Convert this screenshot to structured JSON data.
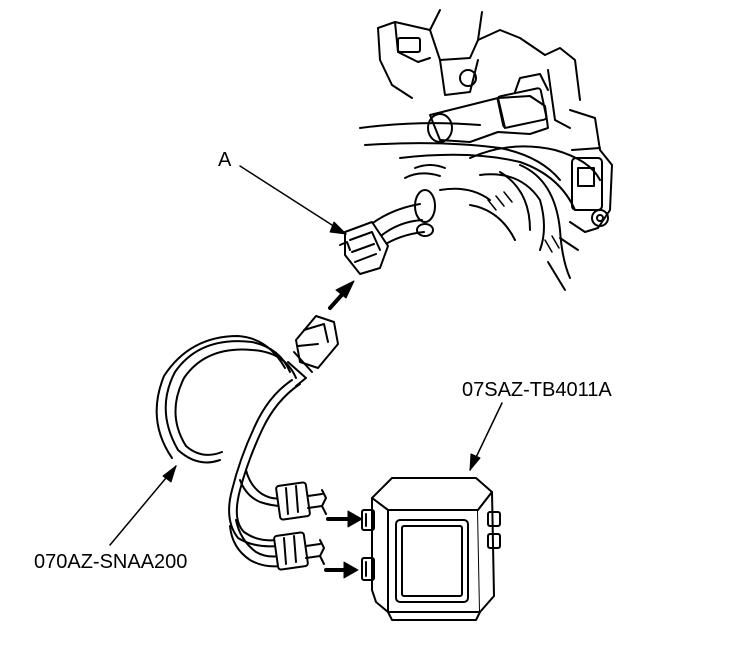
{
  "labels": {
    "callout_a": "A",
    "tester_part": "07SAZ-TB4011A",
    "harness_part": "070AZ-SNAA200"
  }
}
